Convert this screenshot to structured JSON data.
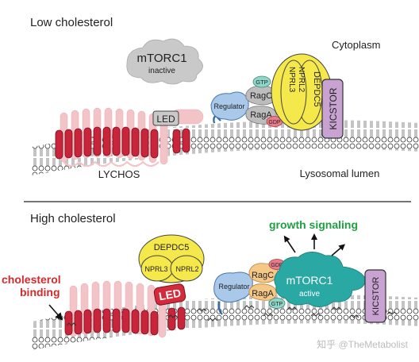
{
  "panel_low": {
    "title": "Low cholesterol",
    "cytoplasm": "Cytoplasm",
    "lumen": "Lysosomal lumen",
    "mtorc1_name": "mTORC1",
    "mtorc1_state": "inactive",
    "led": "LED",
    "lychos": "LYCHOS",
    "regulator": "Regulator",
    "ragc": "RagC",
    "raga": "RagA",
    "gtp": "GTP",
    "gdp": "GDP",
    "depdc5": "DEPDC5",
    "nprl3": "NPRL3",
    "nprl2": "NPRL2",
    "kicstor": "KICSTOR"
  },
  "panel_high": {
    "title": "High cholesterol",
    "signal": "growth signaling",
    "chol_line1": "cholesterol",
    "chol_line2": "binding",
    "depdc5": "DEPDC5",
    "nprl3": "NPRL3",
    "nprl2": "NPRL2",
    "led": "LED",
    "regulator": "Regulator",
    "ragc": "RagC",
    "raga": "RagA",
    "gdp": "GDP",
    "gtp": "GTP",
    "mtorc1_name": "mTORC1",
    "mtorc1_state": "active",
    "kicstor": "KICSTOR"
  },
  "watermark": "知乎 @TheMetabolist",
  "colors": {
    "helix": "#c8243a",
    "helix_faint": "#f2c4c8",
    "yellow": "#f5e84a",
    "teal": "#2aa8a4",
    "blue": "#a9c8ea",
    "purple": "#c8a2d0",
    "red_text": "#d42a2a",
    "green_text": "#1fa043"
  }
}
